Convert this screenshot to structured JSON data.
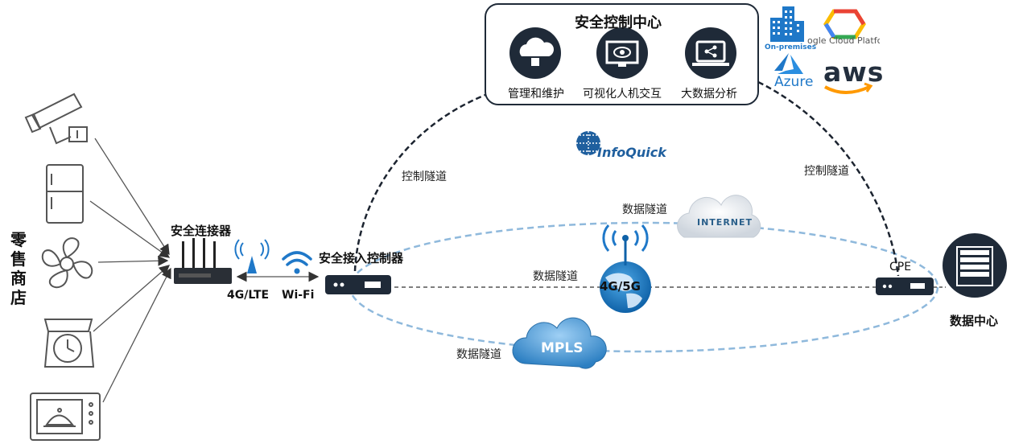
{
  "control_center": {
    "title": "安全控制中心",
    "items": [
      {
        "icon": "cloud-mgmt-icon",
        "label": "管理和维护"
      },
      {
        "icon": "eye-monitor-icon",
        "label": "可视化人机交互"
      },
      {
        "icon": "share-laptop-icon",
        "label": "大数据分析"
      }
    ]
  },
  "cloud_providers": {
    "onprem": "On-premises",
    "google": "ogle Cloud Platfc",
    "azure": "Azure",
    "aws": "aws"
  },
  "brand": "InfoQuick",
  "store": {
    "label_chars": [
      "零",
      "售",
      "商",
      "店"
    ]
  },
  "devices": {
    "connector": "安全连接器",
    "controller": "安全接入控制器",
    "cpe": "CPE",
    "datacenter": "数据中心"
  },
  "links": {
    "lte": "4G/LTE",
    "wifi": "Wi-Fi",
    "g45": "4G/5G",
    "internet": "INTERNET",
    "mpls": "MPLS"
  },
  "tunnels": {
    "control_left": "控制隧道",
    "control_right": "控制隧道",
    "data_top": "数据隧道",
    "data_mid": "数据隧道",
    "data_bottom": "数据隧道"
  },
  "colors": {
    "dark": "#1f2a38",
    "dashed_dark": "#1c2430",
    "dashed_light": "#8fb9dc",
    "blue": "#1f78c8",
    "aws_orange": "#ff9900"
  }
}
